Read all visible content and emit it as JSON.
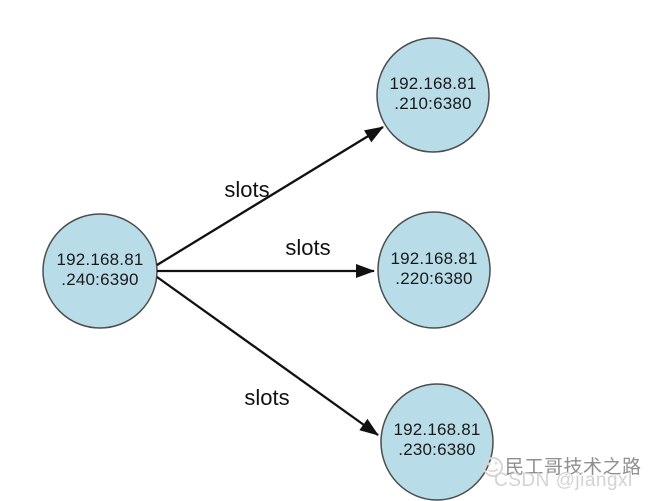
{
  "diagram": {
    "type": "graph",
    "description": "Redis cluster master node assigning slots to three nodes",
    "nodes": {
      "source": {
        "line1": "192.168.81",
        "line2": ".240:6390"
      },
      "target1": {
        "line1": "192.168.81",
        "line2": ".210:6380"
      },
      "target2": {
        "line1": "192.168.81",
        "line2": ".220:6380"
      },
      "target3": {
        "line1": "192.168.81",
        "line2": ".230:6380"
      }
    },
    "edges": [
      {
        "from": "source",
        "to": "target1",
        "label": "slots"
      },
      {
        "from": "source",
        "to": "target2",
        "label": "slots"
      },
      {
        "from": "source",
        "to": "target3",
        "label": "slots"
      }
    ],
    "colors": {
      "node_fill": "#b9dce9",
      "node_border": "#4d4d4d",
      "arrow": "#111111",
      "label_text": "#1a1a1a"
    }
  },
  "watermark": {
    "brand_text": "民工哥技术之路",
    "csdn_text": "CSDN @jiangxl",
    "brand_color": "#8f8f8f",
    "csdn_color": "#d3d3d3"
  }
}
